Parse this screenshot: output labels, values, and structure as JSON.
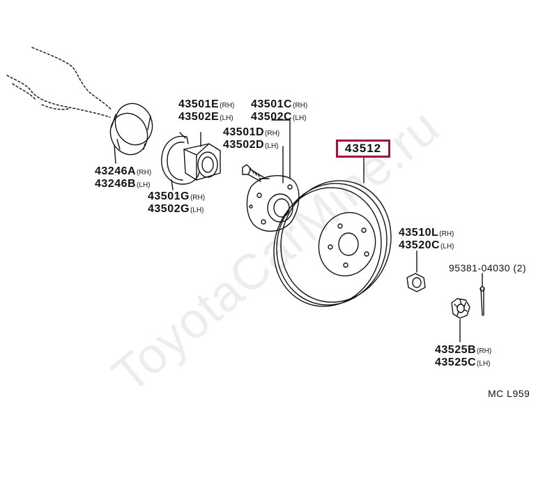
{
  "diagram": {
    "highlighted_part": "43512",
    "drawing_code": "MC L959",
    "watermark": "ToyotaCarMine.ru",
    "highlight_color": "#a3123a",
    "labels": {
      "seal": {
        "l1_num": "43246A",
        "l1_side": "(RH)",
        "l2_num": "43246B",
        "l2_side": "(LH)"
      },
      "bearing": {
        "l1_num": "43501E",
        "l1_side": "(RH)",
        "l2_num": "43502E",
        "l2_side": "(LH)"
      },
      "snap_ring": {
        "l1_num": "43501G",
        "l1_side": "(RH)",
        "l2_num": "43502G",
        "l2_side": "(LH)"
      },
      "hub": {
        "l1_num": "43501C",
        "l1_side": "(RH)",
        "l2_num": "43502C",
        "l2_side": "(LH)"
      },
      "hub_bolt": {
        "l1_num": "43501D",
        "l1_side": "(RH)",
        "l2_num": "43502D",
        "l2_side": "(LH)"
      },
      "nut": {
        "l1_num": "43510L",
        "l1_side": "(RH)",
        "l2_num": "43520C",
        "l2_side": "(LH)"
      },
      "cap": {
        "l1_num": "43525B",
        "l1_side": "(RH)",
        "l2_num": "43525C",
        "l2_side": "(LH)"
      },
      "cotter_pin": {
        "text": "95381-04030 (2)"
      }
    }
  }
}
